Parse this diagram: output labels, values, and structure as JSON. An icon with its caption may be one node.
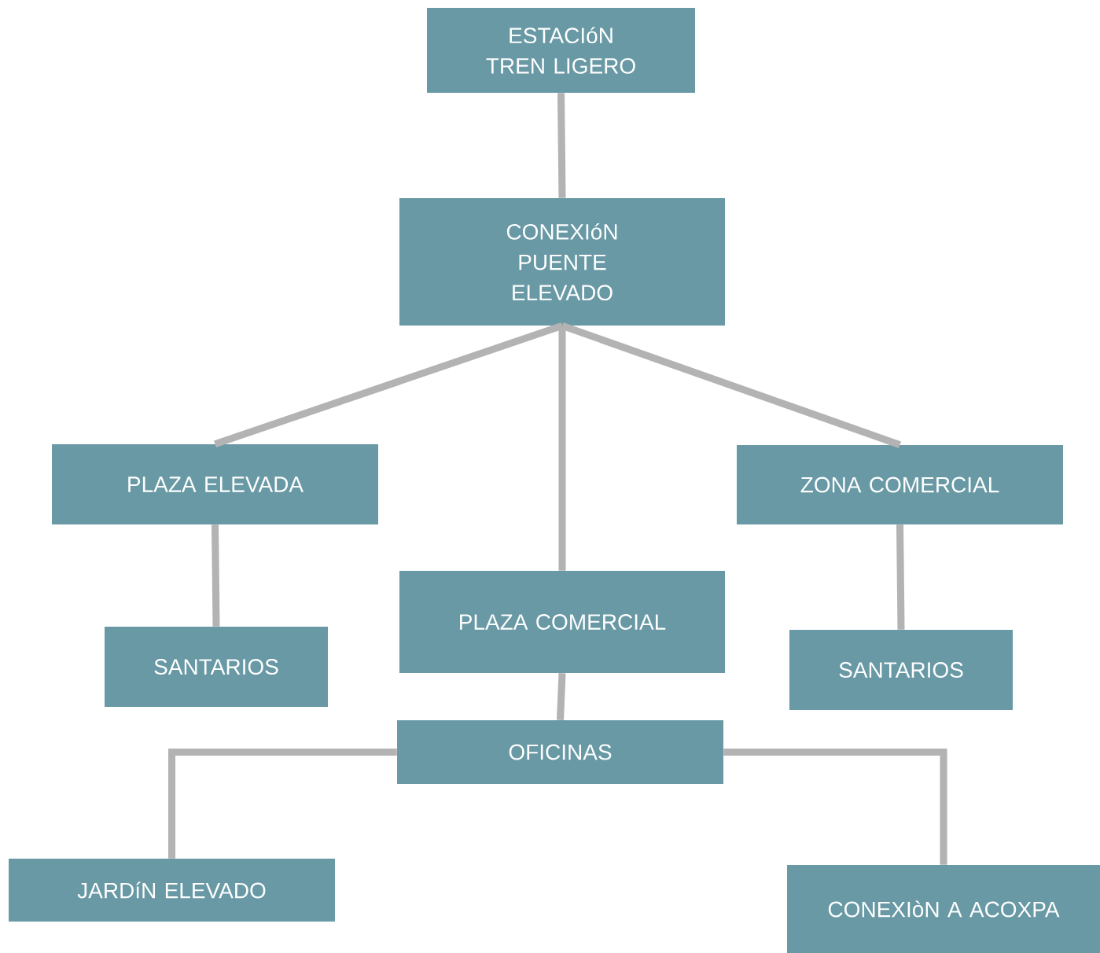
{
  "diagram": {
    "nodes": [
      {
        "text": [
          "ESTACIóN TREN LIGERO"
        ]
      },
      {
        "text": [
          "CONEXIóN PUENTE ELEVADO"
        ]
      },
      {
        "text": [
          "PLAZA ELEVADA"
        ]
      },
      {
        "text": [
          "ZONA COMERCIAL"
        ]
      },
      {
        "text": [
          "SANTARIOS"
        ]
      },
      {
        "text": [
          "PLAZA COMERCIAL"
        ]
      },
      {
        "text": [
          "SANTARIOS"
        ]
      },
      {
        "text": [
          "OFICINAS"
        ]
      },
      {
        "text": [
          "JARDíN ELEVADO"
        ]
      },
      {
        "text": [
          "CONEXIòN A ACOXPA"
        ]
      }
    ],
    "edges": [
      {
        "from": 0,
        "to": 1,
        "arrow": "none"
      },
      {
        "from": 1,
        "to": 2,
        "arrow": "none"
      },
      {
        "from": 1,
        "to": 5,
        "arrow": "none"
      },
      {
        "from": 1,
        "to": 3,
        "arrow": "none"
      },
      {
        "from": 2,
        "to": 4,
        "arrow": "none"
      },
      {
        "from": 3,
        "to": 6,
        "arrow": "none"
      },
      {
        "from": 5,
        "to": 7,
        "arrow": "none"
      },
      {
        "from": 7,
        "to": 8,
        "arrow": "none"
      },
      {
        "from": 7,
        "to": 9,
        "arrow": "none"
      }
    ]
  }
}
